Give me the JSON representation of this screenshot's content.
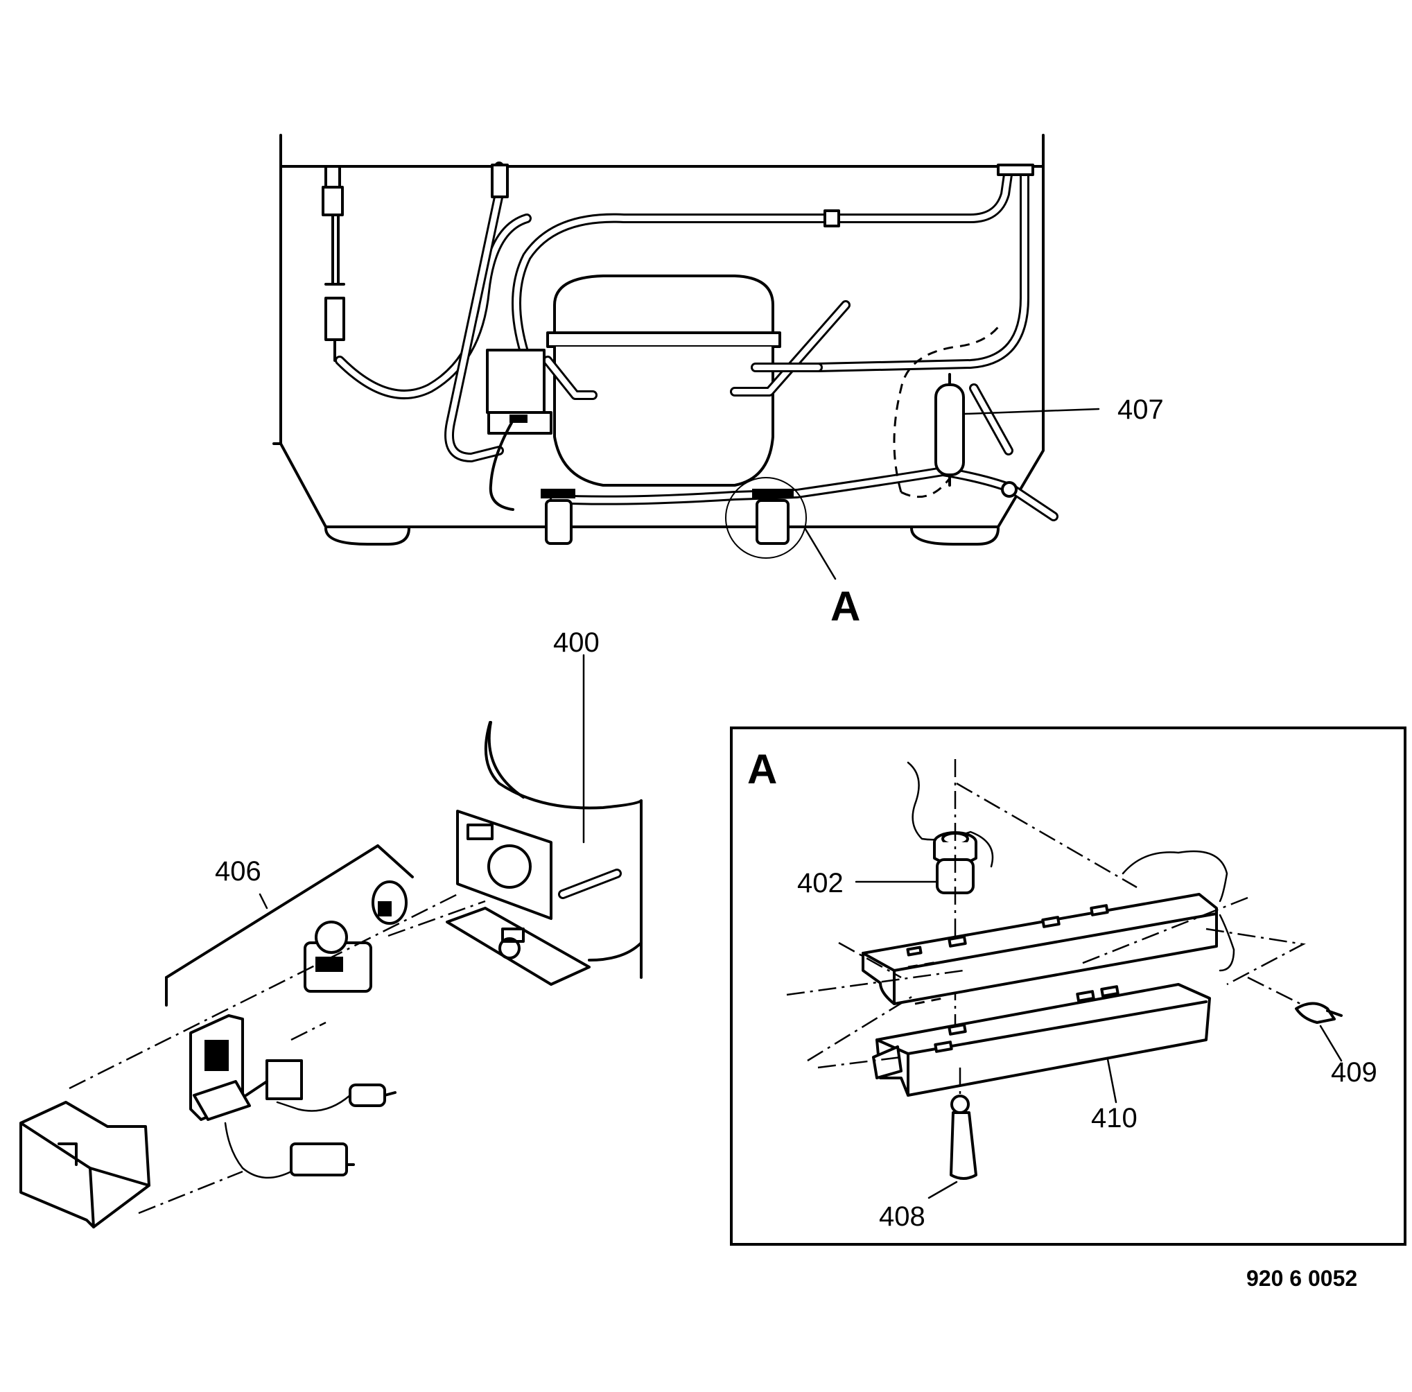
{
  "callouts": {
    "p400": "400",
    "p402": "402",
    "p406": "406",
    "p407": "407",
    "p408": "408",
    "p409": "409",
    "p410": "410"
  },
  "detail": {
    "marker": "A",
    "inset_title": "A"
  },
  "drawing_code": "920 6 0052"
}
